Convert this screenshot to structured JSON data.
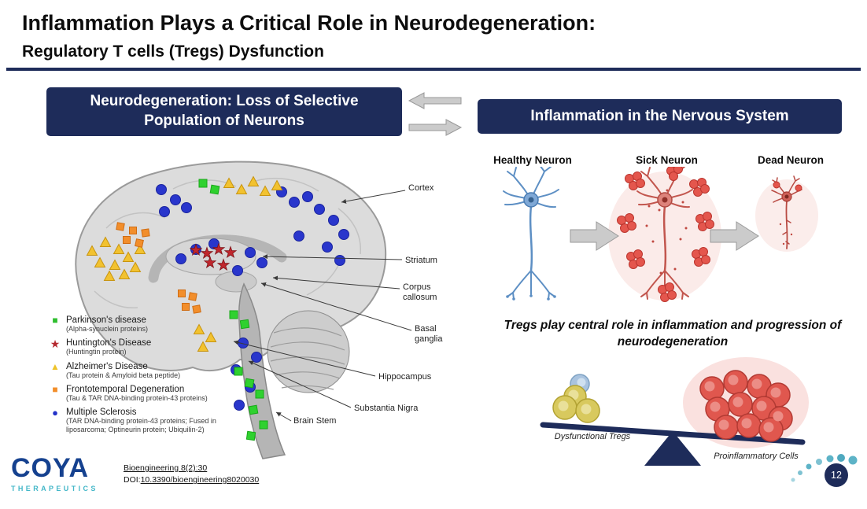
{
  "slide": {
    "title": "Inflammation Plays a Critical Role in Neurodegeneration:",
    "subtitle": "Regulatory T cells (Tregs) Dysfunction",
    "page_number": "12"
  },
  "left_panel": {
    "header": "Neurodegeneration: Loss of Selective Population of Neurons",
    "brain_labels": {
      "cortex": "Cortex",
      "striatum": "Striatum",
      "corpus_callosum": "Corpus callosum",
      "basal_ganglia": "Basal ganglia",
      "hippocampus": "Hippocampus",
      "substantia_nigra": "Substantia Nigra",
      "brain_stem": "Brain Stem"
    },
    "legend": [
      {
        "glyph": "■",
        "color": "#2fbe2f",
        "name": "Parkinson's disease",
        "detail": "(Alpha-synuclein proteins)"
      },
      {
        "glyph": "★",
        "color": "#b5292f",
        "name": "Huntington's Disease",
        "detail": "(Huntingtin protein)"
      },
      {
        "glyph": "▲",
        "color": "#eec32a",
        "name": "Alzheimer's Disease",
        "detail": "(Tau protein & Amyloid beta peptide)"
      },
      {
        "glyph": "■",
        "color": "#f28e2b",
        "name": "Frontotemporal Degeneration",
        "detail": "(Tau & TAR DNA-binding protein-43 proteins)"
      },
      {
        "glyph": "●",
        "color": "#2433c8",
        "name": "Multiple Sclerosis",
        "detail": "(TAR DNA-binding protein-43 proteins; Fused in liposarcoma; Optineurin protein; Ubiquilin-2)"
      }
    ]
  },
  "right_panel": {
    "header": "Inflammation in the Nervous System",
    "neuron_labels": {
      "healthy": "Healthy Neuron",
      "sick": "Sick Neuron",
      "dead": "Dead Neuron"
    },
    "tagline": "Tregs play central role in inflammation and progression of neurodegeneration",
    "seesaw": {
      "left_label": "Dysfunctional Tregs",
      "right_label": "Proinflammatory Cells"
    }
  },
  "footer": {
    "logo_text": "COYA",
    "logo_subtext": "THERAPEUTICS",
    "citation_line1": "Bioengineering 8(2):30",
    "doi_prefix": "DOI:",
    "doi_link": "10.3390/bioengineering8020030"
  },
  "colors": {
    "navy": "#1e2c5a",
    "parkinsons_green": "#2fbe2f",
    "huntingtons_red": "#b5292f",
    "alzheimers_yellow": "#eec32a",
    "frontotemporal_orange": "#f28e2b",
    "ms_blue": "#2433c8",
    "healthy_neuron_blue": "#6f9fd3",
    "sick_neuron_red": "#d96b63",
    "teal_accent": "#5db3c7"
  }
}
